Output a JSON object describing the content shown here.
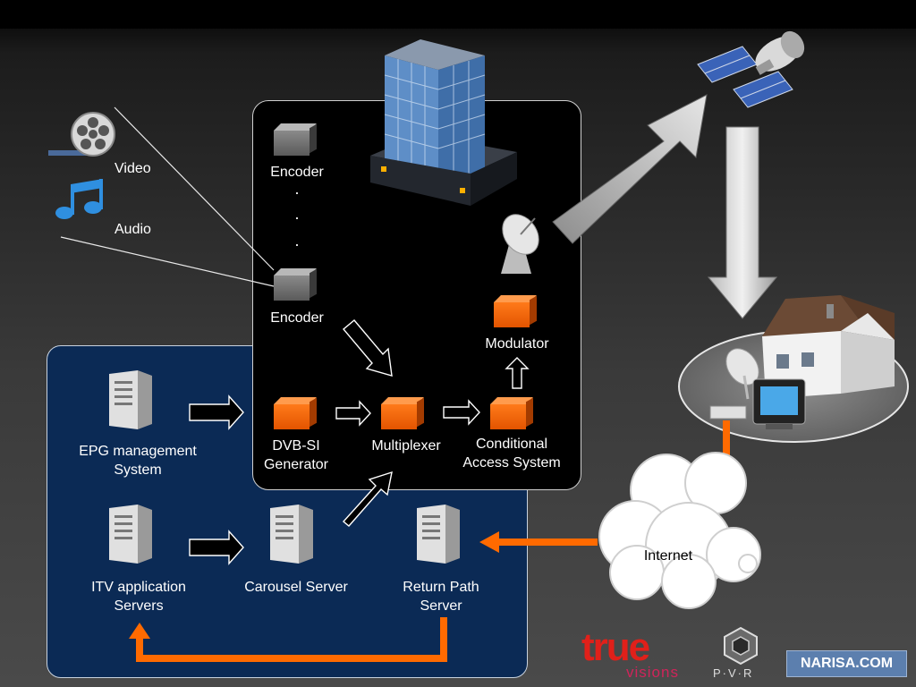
{
  "labels": {
    "video": "Video",
    "audio": "Audio",
    "encoder_top": "Encoder",
    "encoder_bottom": "Encoder",
    "modulator": "Modulator",
    "dvb_si": "DVB-SI Generator",
    "multiplexer": "Multiplexer",
    "cas": "Conditional Access System",
    "epg": "EPG management System",
    "itv": "ITV application Servers",
    "carousel": "Carousel Server",
    "return_path": "Return Path Server",
    "internet": "Internet"
  },
  "logos": {
    "true_text": "true",
    "visions_text": "visions",
    "pvr_text": "P·V·R",
    "narisa_text": "NARISA.COM"
  },
  "colors": {
    "orange_accent": "#ff6a00",
    "blue_panel": "#0b2a55",
    "narisa_bg": "#5c7fae",
    "true_red": "#e0201a"
  },
  "icons": [
    "film-reel-icon",
    "music-note-icon",
    "office-building-icon",
    "satellite-icon",
    "satellite-dish-icon",
    "house-icon",
    "tv-icon",
    "server-icon",
    "cloud-icon"
  ]
}
